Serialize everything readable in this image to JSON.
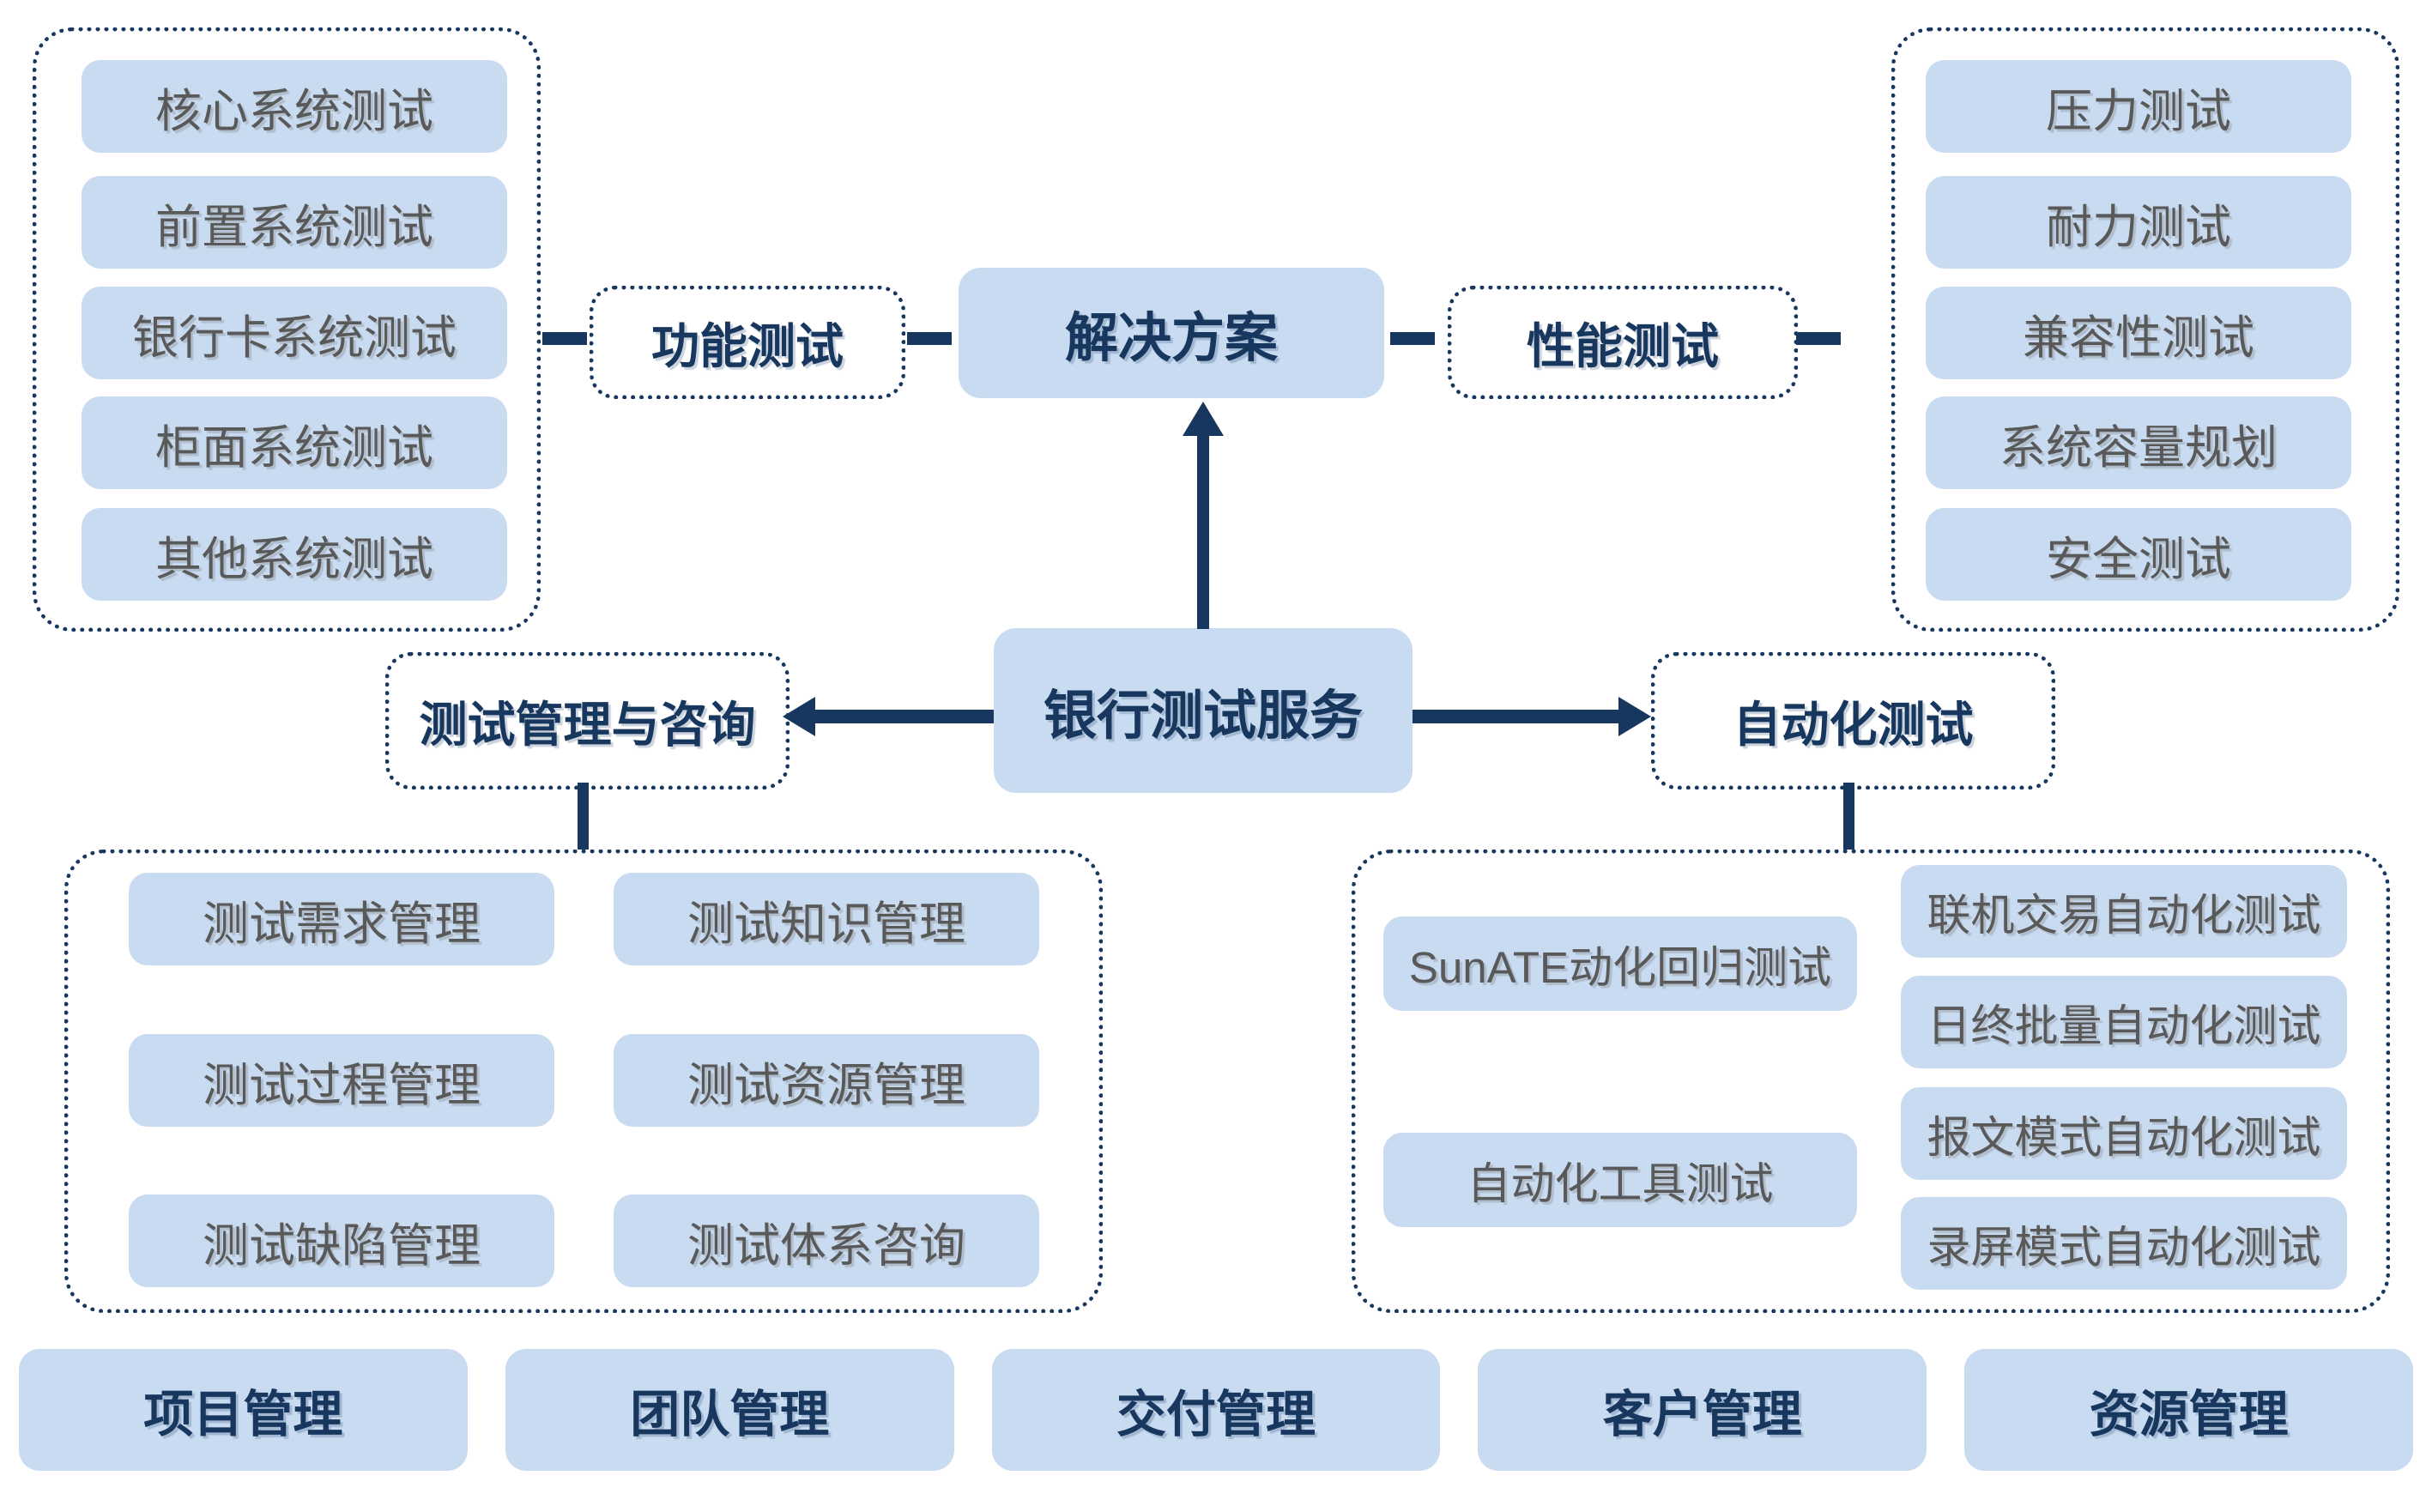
{
  "nodes": {
    "root": "银行测试服务",
    "solution": "解决方案",
    "functional": "功能测试",
    "performance": "性能测试",
    "management": "测试管理与咨询",
    "automation": "自动化测试"
  },
  "functional_items": [
    "核心系统测试",
    "前置系统测试",
    "银行卡系统测试",
    "柜面系统测试",
    "其他系统测试"
  ],
  "performance_items": [
    "压力测试",
    "耐力测试",
    "兼容性测试",
    "系统容量规划",
    "安全测试"
  ],
  "management_items": [
    "测试需求管理",
    "测试知识管理",
    "测试过程管理",
    "测试资源管理",
    "测试缺陷管理",
    "测试体系咨询"
  ],
  "automation_tool_items": [
    "SunATE动化回归测试",
    "自动化工具测试"
  ],
  "automation_mode_items": [
    "联机交易自动化测试",
    "日终批量自动化测试",
    "报文模式自动化测试",
    "录屏模式自动化测试"
  ],
  "bottom_items": [
    "项目管理",
    "团队管理",
    "交付管理",
    "客户管理",
    "资源管理"
  ],
  "colors": {
    "navy": "#17375E",
    "light_blue_fill": "#C9DBF1",
    "gray_text": "#595959"
  }
}
